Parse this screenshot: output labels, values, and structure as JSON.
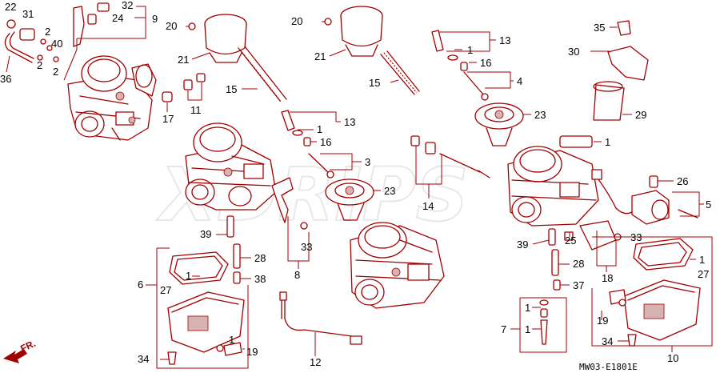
{
  "watermark": "XDRIPS",
  "direction_label": "FR.",
  "diagram_code": "MW03-E1801E",
  "callouts": [
    {
      "id": "c1",
      "text": "22"
    },
    {
      "id": "c2",
      "text": "31"
    },
    {
      "id": "c3",
      "text": "32"
    },
    {
      "id": "c4",
      "text": "24"
    },
    {
      "id": "c5",
      "text": "9"
    },
    {
      "id": "c6",
      "text": "2"
    },
    {
      "id": "c7",
      "text": "40"
    },
    {
      "id": "c8",
      "text": "2"
    },
    {
      "id": "c9",
      "text": "2"
    },
    {
      "id": "c10",
      "text": "36"
    },
    {
      "id": "c11",
      "text": "20"
    },
    {
      "id": "c12",
      "text": "21"
    },
    {
      "id": "c13",
      "text": "15"
    },
    {
      "id": "c14",
      "text": "17"
    },
    {
      "id": "c15",
      "text": "11"
    },
    {
      "id": "c16",
      "text": "20"
    },
    {
      "id": "c17",
      "text": "21"
    },
    {
      "id": "c18",
      "text": "15"
    },
    {
      "id": "c19",
      "text": "13"
    },
    {
      "id": "c20",
      "text": "1"
    },
    {
      "id": "c21",
      "text": "16"
    },
    {
      "id": "c22",
      "text": "4"
    },
    {
      "id": "c23",
      "text": "23"
    },
    {
      "id": "c24",
      "text": "35"
    },
    {
      "id": "c25",
      "text": "30"
    },
    {
      "id": "c26",
      "text": "29"
    },
    {
      "id": "c27",
      "text": "1"
    },
    {
      "id": "c28",
      "text": "13"
    },
    {
      "id": "c29",
      "text": "1"
    },
    {
      "id": "c30",
      "text": "16"
    },
    {
      "id": "c31",
      "text": "3"
    },
    {
      "id": "c32",
      "text": "23"
    },
    {
      "id": "c33",
      "text": "14"
    },
    {
      "id": "c34",
      "text": "26"
    },
    {
      "id": "c35",
      "text": "5"
    },
    {
      "id": "c36",
      "text": "39"
    },
    {
      "id": "c37",
      "text": "33"
    },
    {
      "id": "c38",
      "text": "28"
    },
    {
      "id": "c39",
      "text": "38"
    },
    {
      "id": "c40",
      "text": "8"
    },
    {
      "id": "c41",
      "text": "1"
    },
    {
      "id": "c42",
      "text": "6"
    },
    {
      "id": "c43",
      "text": "27"
    },
    {
      "id": "c44",
      "text": "1"
    },
    {
      "id": "c45",
      "text": "19"
    },
    {
      "id": "c46",
      "text": "34"
    },
    {
      "id": "c47",
      "text": "12"
    },
    {
      "id": "c48",
      "text": "39"
    },
    {
      "id": "c49",
      "text": "25"
    },
    {
      "id": "c50",
      "text": "33"
    },
    {
      "id": "c51",
      "text": "28"
    },
    {
      "id": "c52",
      "text": "18"
    },
    {
      "id": "c53",
      "text": "37"
    },
    {
      "id": "c54",
      "text": "1"
    },
    {
      "id": "c55",
      "text": "27"
    },
    {
      "id": "c56",
      "text": "1"
    },
    {
      "id": "c57",
      "text": "7"
    },
    {
      "id": "c58",
      "text": "19"
    },
    {
      "id": "c59",
      "text": "34"
    },
    {
      "id": "c60",
      "text": "10"
    },
    {
      "id": "c61",
      "text": "1"
    }
  ]
}
